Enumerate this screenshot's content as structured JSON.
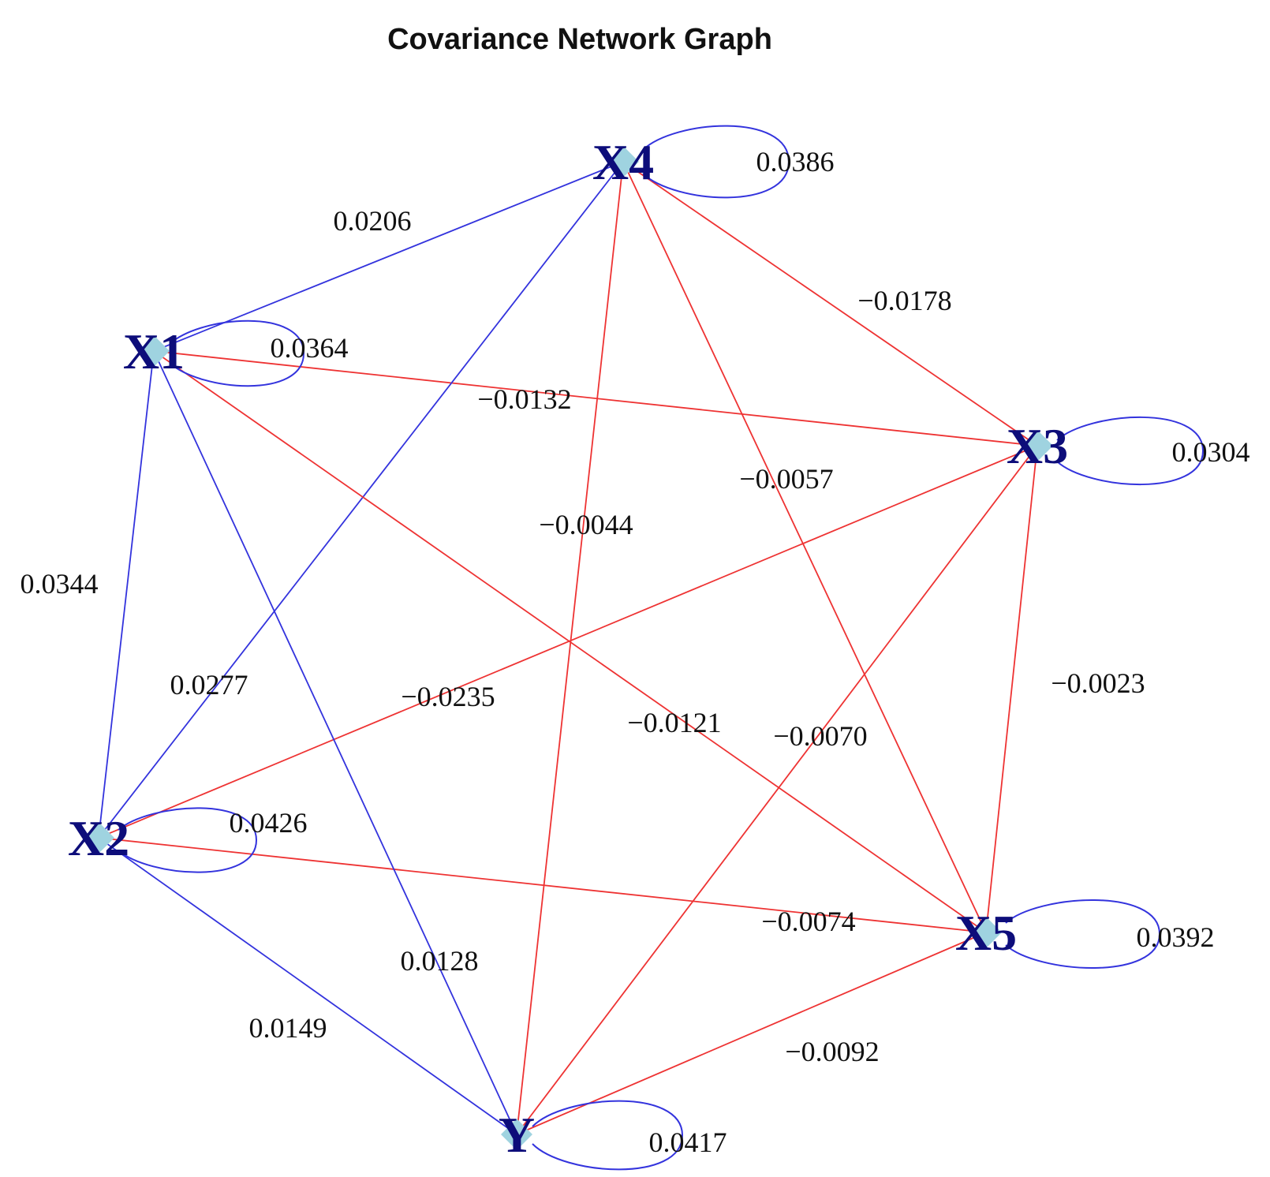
{
  "title": "Covariance Network Graph",
  "colors": {
    "positive": "#3333dd",
    "negative": "#ee3333",
    "node_fill": "#9fd3e0",
    "node_label": "#0d0d7a"
  },
  "nodes": [
    {
      "id": "X4",
      "label": "X4"
    },
    {
      "id": "X1",
      "label": "X1"
    },
    {
      "id": "X3",
      "label": "X3"
    },
    {
      "id": "X2",
      "label": "X2"
    },
    {
      "id": "X5",
      "label": "X5"
    },
    {
      "id": "Y",
      "label": "Y"
    }
  ],
  "self_loops": [
    {
      "node": "X4",
      "label": "0.0386",
      "sign": "positive"
    },
    {
      "node": "X1",
      "label": "0.0364",
      "sign": "positive"
    },
    {
      "node": "X3",
      "label": "0.0304",
      "sign": "positive"
    },
    {
      "node": "X2",
      "label": "0.0426",
      "sign": "positive"
    },
    {
      "node": "X5",
      "label": "0.0392",
      "sign": "positive"
    },
    {
      "node": "Y",
      "label": "0.0417",
      "sign": "positive"
    }
  ],
  "edges": [
    {
      "source": "X1",
      "target": "X4",
      "label": "0.0206",
      "sign": "positive"
    },
    {
      "source": "X4",
      "target": "X3",
      "label": "−0.0178",
      "sign": "negative"
    },
    {
      "source": "X1",
      "target": "X3",
      "label": "−0.0132",
      "sign": "negative"
    },
    {
      "source": "X4",
      "target": "X5",
      "label": "−0.0057",
      "sign": "negative"
    },
    {
      "source": "X4",
      "target": "Y",
      "label": "−0.0044",
      "sign": "negative"
    },
    {
      "source": "X1",
      "target": "X2",
      "label": "0.0344",
      "sign": "positive"
    },
    {
      "source": "X4",
      "target": "X2",
      "label": "0.0277",
      "sign": "positive"
    },
    {
      "source": "X3",
      "target": "X2",
      "label": "−0.0235",
      "sign": "negative"
    },
    {
      "source": "X1",
      "target": "X5",
      "label": "−0.0121",
      "sign": "negative"
    },
    {
      "source": "X3",
      "target": "Y",
      "label": "−0.0070",
      "sign": "negative"
    },
    {
      "source": "X3",
      "target": "X5",
      "label": "−0.0023",
      "sign": "negative"
    },
    {
      "source": "X2",
      "target": "X5",
      "label": "−0.0074",
      "sign": "negative"
    },
    {
      "source": "X1",
      "target": "Y",
      "label": "0.0128",
      "sign": "positive"
    },
    {
      "source": "X2",
      "target": "Y",
      "label": "0.0149",
      "sign": "positive"
    },
    {
      "source": "X5",
      "target": "Y",
      "label": "−0.0092",
      "sign": "negative"
    }
  ]
}
